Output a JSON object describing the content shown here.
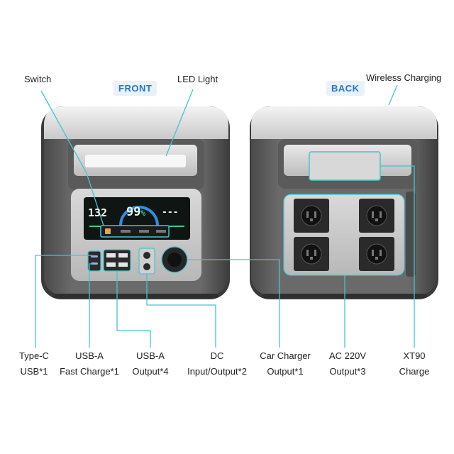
{
  "headers": {
    "front": "FRONT",
    "back": "BACK"
  },
  "top_labels": {
    "switch": "Switch",
    "led_light": "LED Light",
    "wireless_charging": "Wireless Charging"
  },
  "display": {
    "left_value": "132",
    "center_value": "99",
    "center_unit": "%",
    "right_value": "---"
  },
  "bottom_labels": [
    {
      "line1": "Type-C",
      "line2": "USB*1"
    },
    {
      "line1": "USB-A",
      "line2": "Fast Charge*1"
    },
    {
      "line1": "USB-A",
      "line2": "Output*4"
    },
    {
      "line1": "DC",
      "line2": "Input/Output*2"
    },
    {
      "line1": "Car Charger",
      "line2": "Output*1"
    },
    {
      "line1": "AC 220V",
      "line2": "Output*3"
    },
    {
      "line1": "XT90",
      "line2": "Charge"
    }
  ],
  "colors": {
    "callout": "#46c3cf",
    "tag_text": "#2b78c4",
    "lcd_bg": "#0f1512",
    "lcd_accent": "#35d08a"
  }
}
